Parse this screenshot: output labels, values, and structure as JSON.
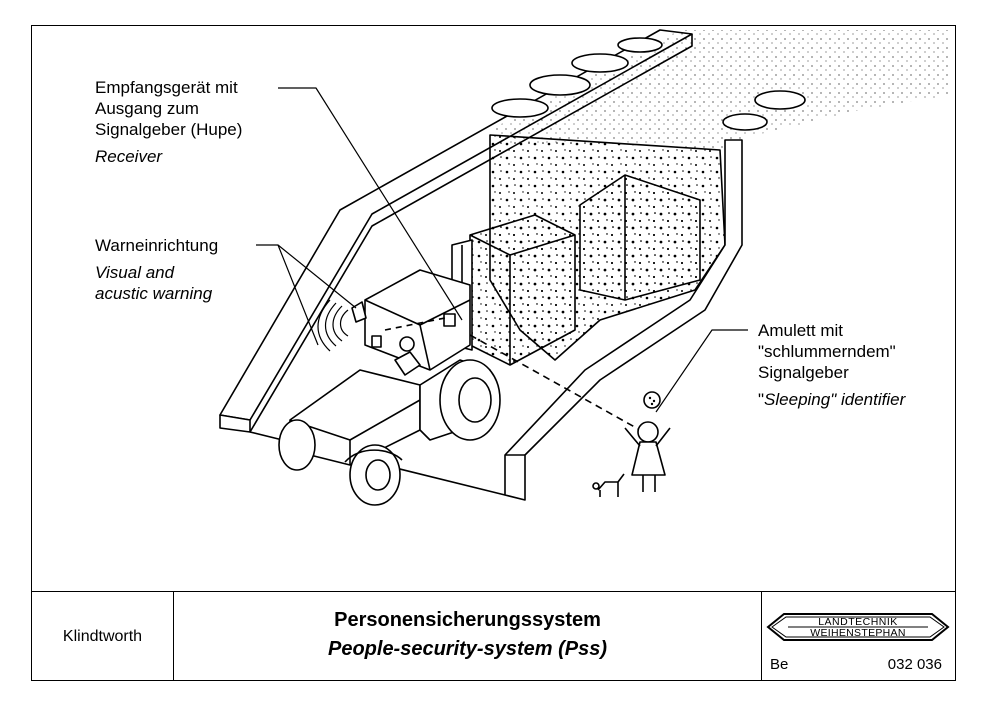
{
  "labels": {
    "receiver": {
      "de_line1": "Empfangsgerät mit",
      "de_line2": "Ausgang zum",
      "de_line3": "Signalgeber (Hupe)",
      "en": "Receiver"
    },
    "warning": {
      "de": "Warneinrichtung",
      "en_line1": "Visual and",
      "en_line2": "acustic warning"
    },
    "amulet": {
      "de_line1": "Amulett mit",
      "de_line2": "\"schlummerndem\"",
      "de_line3": "Signalgeber",
      "en_pre": "\"",
      "en_italic": "Sleeping",
      "en_post": "\" identifier"
    }
  },
  "footer": {
    "author": "Klindtworth",
    "title_de": "Personensicherungssystem",
    "title_en": "People-security-system (Pss)",
    "logo_line1": "LANDTECHNIK",
    "logo_line2": "WEIHENSTEPHAN",
    "code_left": "Be",
    "code_right": "032 036"
  }
}
